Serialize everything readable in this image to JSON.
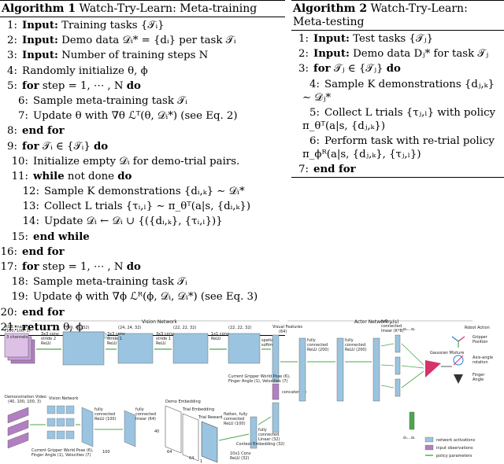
{
  "algo1": {
    "title_label": "Algorithm 1",
    "title": "Watch-Try-Learn: Meta-training",
    "lines": [
      {
        "num": "1:",
        "indent": 0,
        "kw": "Input:",
        "text": " Training tasks {𝒯ᵢ}"
      },
      {
        "num": "2:",
        "indent": 0,
        "kw": "Input:",
        "text": " Demo data 𝒟ᵢ* = {dᵢ} per task 𝒯ᵢ"
      },
      {
        "num": "3:",
        "indent": 0,
        "kw": "Input:",
        "text": " Number of training steps N"
      },
      {
        "num": "4:",
        "indent": 0,
        "kw": "",
        "text": "Randomly initialize θ, ϕ"
      },
      {
        "num": "5:",
        "indent": 0,
        "kw": "for",
        "text": " step = 1, ⋯ , N ",
        "kw2": "do"
      },
      {
        "num": "6:",
        "indent": 1,
        "kw": "",
        "text": "Sample meta-training task 𝒯ᵢ"
      },
      {
        "num": "7:",
        "indent": 1,
        "kw": "",
        "text": "Update θ with ∇θ ℒᵀ(θ, 𝒟ᵢ*) (see Eq. 2)"
      },
      {
        "num": "8:",
        "indent": 0,
        "kw": "end for",
        "text": ""
      },
      {
        "num": "9:",
        "indent": 0,
        "kw": "for",
        "text": " 𝒯ᵢ ∈ {𝒯ᵢ} ",
        "kw2": "do"
      },
      {
        "num": "10:",
        "indent": 1,
        "kw": "",
        "text": "Initialize empty 𝒟ᵢ for demo-trial pairs."
      },
      {
        "num": "11:",
        "indent": 1,
        "kw": "while",
        "text": " not done ",
        "kw2": "do"
      },
      {
        "num": "12:",
        "indent": 2,
        "kw": "",
        "text": "Sample K demonstrations {dᵢ,ₖ} ∼ 𝒟ᵢ*"
      },
      {
        "num": "13:",
        "indent": 2,
        "kw": "",
        "text": "Collect L trials {τᵢ,ₗ} ∼ π_θᵀ(a|s, {dᵢ,ₖ})"
      },
      {
        "num": "14:",
        "indent": 2,
        "kw": "",
        "text": "Update 𝒟ᵢ ← 𝒟ᵢ ∪ {({dᵢ,ₖ}, {τᵢ,ₗ})}"
      },
      {
        "num": "15:",
        "indent": 1,
        "kw": "end while",
        "text": ""
      },
      {
        "num": "16:",
        "indent": 0,
        "kw": "end for",
        "text": ""
      },
      {
        "num": "17:",
        "indent": 0,
        "kw": "for",
        "text": " step = 1, ⋯ , N ",
        "kw2": "do"
      },
      {
        "num": "18:",
        "indent": 1,
        "kw": "",
        "text": "Sample meta-training task 𝒯ᵢ"
      },
      {
        "num": "19:",
        "indent": 1,
        "kw": "",
        "text": "Update ϕ with ∇ϕ ℒᴿ(ϕ, 𝒟ᵢ, 𝒟ᵢ*) (see Eq. 3)"
      },
      {
        "num": "20:",
        "indent": 0,
        "kw": "end for",
        "text": ""
      },
      {
        "num": "21:",
        "indent": 0,
        "kw": "return",
        "text": " θ, ϕ"
      }
    ]
  },
  "algo2": {
    "title_label": "Algorithm 2",
    "title": "Watch-Try-Learn: Meta-testing",
    "lines": [
      {
        "num": "1:",
        "indent": 0,
        "kw": "Input:",
        "text": " Test tasks {𝒯ⱼ}"
      },
      {
        "num": "2:",
        "indent": 0,
        "kw": "Input:",
        "text": " Demo data Dⱼ* for task 𝒯ⱼ"
      },
      {
        "num": "3:",
        "indent": 0,
        "kw": "for",
        "text": " 𝒯ⱼ ∈ {𝒯ⱼ} ",
        "kw2": "do"
      },
      {
        "num": "4:",
        "indent": 1,
        "kw": "",
        "text": "Sample K demonstrations {dⱼ,ₖ} ∼ 𝒟ⱼ*"
      },
      {
        "num": "5:",
        "indent": 1,
        "kw": "",
        "text": "Collect L trials {τⱼ,ₗ} with policy π_θᵀ(a|s, {dⱼ,ₖ})"
      },
      {
        "num": "6:",
        "indent": 1,
        "kw": "",
        "text": "Perform task with re-trial policy π_ϕᴿ(a|s, {dⱼ,ₖ}, {τⱼ,ₗ})"
      },
      {
        "num": "7:",
        "indent": 0,
        "kw": "end for",
        "text": ""
      }
    ]
  },
  "figure": {
    "vision_network_label": "Vision Network",
    "actor_network_label": "Actor Network μ(s)",
    "rgb_image": "RGB image",
    "rgb_dims": "(100, 100, 3)",
    "rgb_channels": "3 channels",
    "conv1": "3x3 conv\nstride 2\nReLU",
    "dim1": "(49, 49, 32)",
    "conv2": "3x3 conv\nstride 1\nReLU",
    "dim2": "(24, 24, 32)",
    "conv3": "3x3 conv\nstride 1\nReLU",
    "dim3": "(22, 22, 32)",
    "conv4": "1x1 conv\nReLU",
    "dim4": "(22, 22, 32)",
    "spatial_softmax": "spatial\nsoftmax",
    "visual_features": "Visual Features",
    "visual_features_dim": "(64)",
    "gripper_pose_top": "Current Gripper World Pose (6),\nFinger Angle (1), Velocities (7)",
    "concatenate": "concatenate",
    "fc1": "fully\nconnected\nReLU (200)",
    "fc2": "fully\nconnected\nReLU (200)",
    "fc3": "fully\nconnected\nlinear (K*8)",
    "gaussian_mixture": "Gaussian Mixture",
    "robot_action": "Robot Action",
    "gripper_position": "Gripper\nPosition",
    "axis_angle": "Axis-angle\nrotation",
    "finger_angle": "Finger\nAngle",
    "demo_video": "Demonstration Video",
    "demo_video_dims": "(40, 100, 100, 3)",
    "vision_network_small": "Vision Network",
    "fc_relu100": "fully\nconnected\nReLU (100)",
    "fc_linear64": "fully\nconnected\nlinear (64)",
    "demo_embedding": "Demo Embedding",
    "trial_embedding": "Trial Embedding",
    "trial_reward": "Trial Reward",
    "flatten_fc": "flatten, fully\nconnected\nReLU (100)",
    "fc_linear32": "fully\nconnected\nLinear (32)",
    "gripper_pose_bottom": "Current Gripper World Pose (6),\nFinger Angle (1), Velocities (7)",
    "dim_100": "100",
    "dim_64": "64",
    "dim_64b": "64",
    "dim_40": "40",
    "dim_1": "1",
    "conv10x1": "10x1 Conv\nReLU (32)",
    "context_embedding": "Context Embedding (32)",
    "legend_activations": "network activations",
    "legend_inputs": "input observations",
    "legend_params": "policy parameters",
    "alpha_label": "α₁...αₖ",
    "sigma_label": "σ₁...σₖ"
  },
  "colors": {
    "activation": "#9bc4e0",
    "input": "#b27fc2",
    "param": "#4aa84a",
    "mixture": "#d6336c"
  }
}
